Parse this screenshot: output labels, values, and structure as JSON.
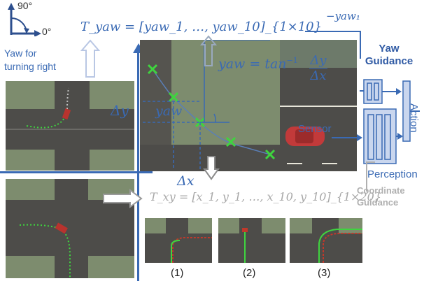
{
  "compass": {
    "deg90": "90°",
    "deg0": "0°"
  },
  "yaw_caption": "Yaw for\nturning right",
  "t_yaw": "T_yaw = [yaw_1, …, yaw_10]_{1×10}",
  "neg_yaw": "−yaw₁",
  "yaw_formula_left": "yaw = tan",
  "yaw_formula_sup": "−1",
  "yaw_formula_num": "Δy",
  "yaw_formula_den": "Δx",
  "yaw_guidance": [
    "Yaw",
    "Guidance"
  ],
  "delta_y": "Δy",
  "yaw_label": "yaw",
  "delta_x": "Δx",
  "sensor": "Sensor",
  "perception": "Perception",
  "action": "Action",
  "t_xy": "T_xy = [x_1, y_1, …, x_10, y_10]_{1×20}",
  "coordinate_guidance": [
    "Coordinate",
    "Guidance"
  ],
  "samples": [
    "(1)",
    "(2)",
    "(3)"
  ],
  "colors": {
    "blue": "#3a6ab4",
    "grey": "#a8a8a8",
    "waypoint": "#3fd43f",
    "road": "#4d4c49"
  }
}
